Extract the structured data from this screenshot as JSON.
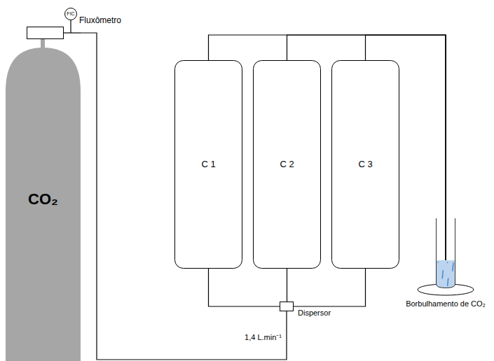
{
  "diagram": {
    "nodes": [
      {
        "text": [
          "CO₂"
        ]
      },
      {
        "text": [
          "FIC",
          "Fluxômetro"
        ]
      },
      {
        "text": [
          "C 1"
        ]
      },
      {
        "text": [
          "C 2"
        ]
      },
      {
        "text": [
          "C 3"
        ]
      },
      {
        "text": [
          "Dispersor"
        ]
      },
      {
        "text": [
          "Borbulhamento de CO₂"
        ]
      }
    ],
    "edges": [
      {
        "from": 0,
        "to": 5,
        "arrow": "none",
        "label": "1,4 L.min⁻¹"
      },
      {
        "from": 5,
        "to": 2,
        "arrow": "none"
      },
      {
        "from": 5,
        "to": 3,
        "arrow": "none"
      },
      {
        "from": 5,
        "to": 4,
        "arrow": "none"
      },
      {
        "from": 2,
        "to": 6,
        "arrow": "to"
      },
      {
        "from": 3,
        "to": 6,
        "arrow": "to"
      },
      {
        "from": 4,
        "to": 6,
        "arrow": "to"
      }
    ]
  }
}
